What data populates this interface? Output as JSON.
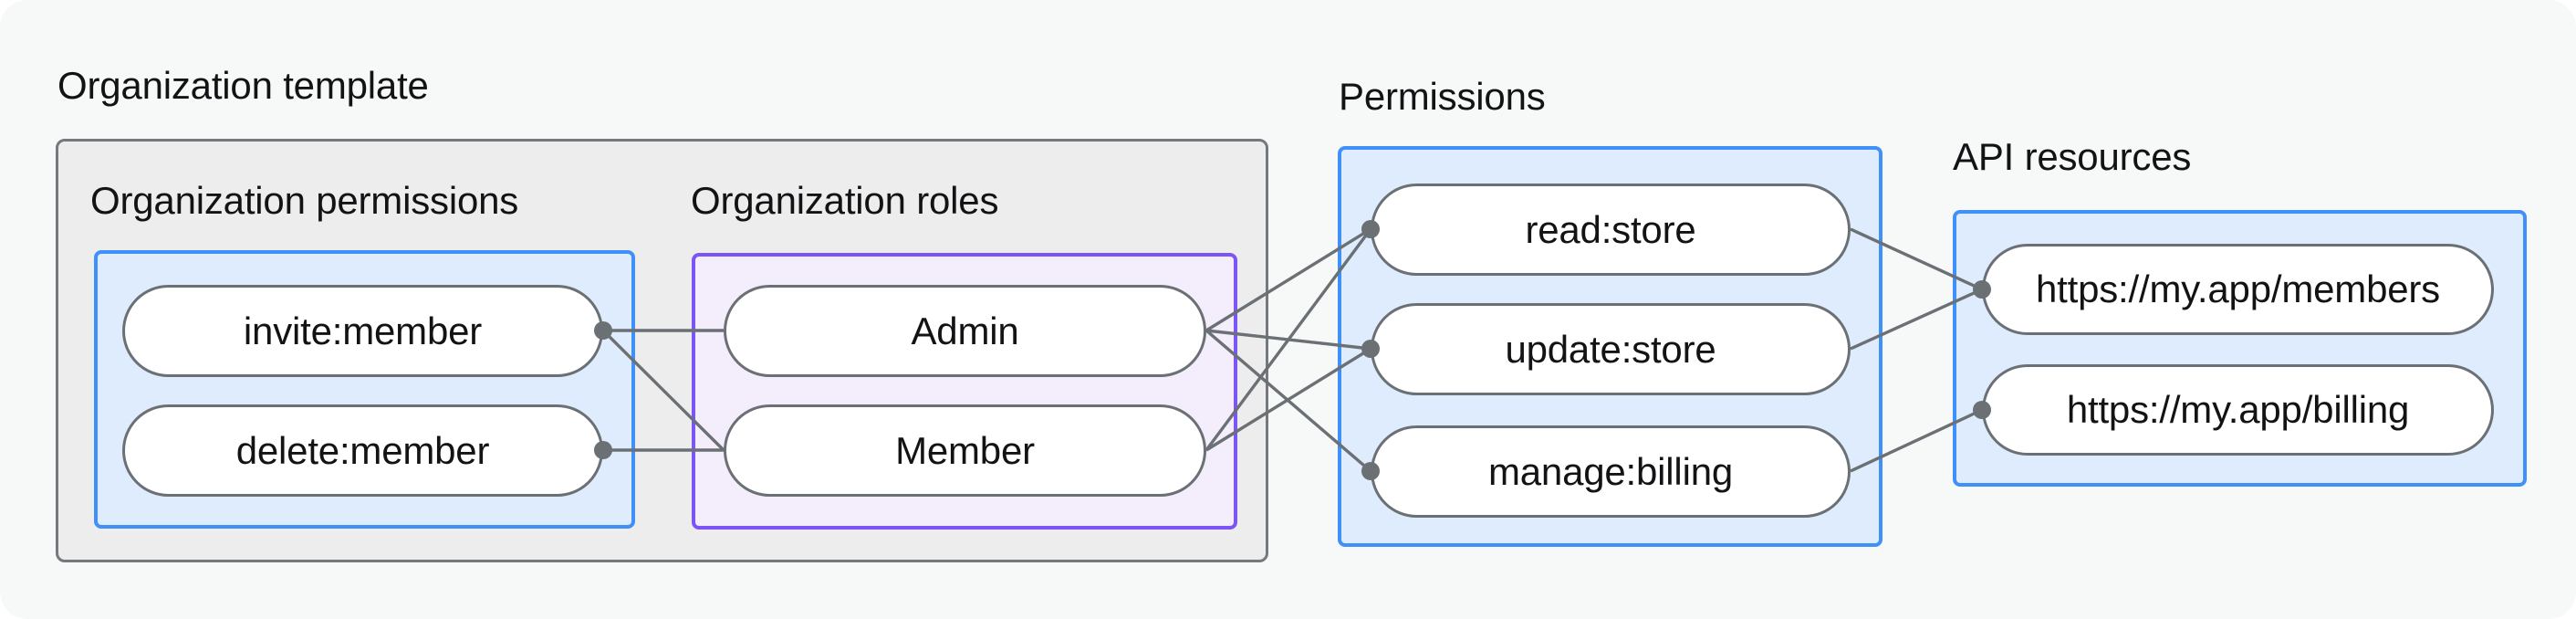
{
  "colors": {
    "canvas_bg": "#f7f8f8",
    "container_bg": "#ededee",
    "container_border": "#75787c",
    "blue_box_bg": "#dfecfd",
    "blue_box_border": "#4090fa",
    "purple_box_bg": "#f3edfc",
    "purple_box_border": "#7c55f6",
    "pill_bg": "#ffffff",
    "pill_border": "#6b7075",
    "connector": "#6b7075",
    "text": "#131316"
  },
  "org_template": {
    "title": "Organization template",
    "permissions": {
      "title": "Organization permissions",
      "items": [
        {
          "id": "invite",
          "label": "invite:member"
        },
        {
          "id": "delete",
          "label": "delete:member"
        }
      ]
    },
    "roles": {
      "title": "Organization roles",
      "items": [
        {
          "id": "admin",
          "label": "Admin"
        },
        {
          "id": "member",
          "label": "Member"
        }
      ]
    }
  },
  "permissions_panel": {
    "title": "Permissions",
    "items": [
      {
        "id": "read",
        "label": "read:store"
      },
      {
        "id": "update",
        "label": "update:store"
      },
      {
        "id": "manage",
        "label": "manage:billing"
      }
    ]
  },
  "api_resources": {
    "title": "API resources",
    "items": [
      {
        "id": "members",
        "label": "https://my.app/members"
      },
      {
        "id": "billing",
        "label": "https://my.app/billing"
      }
    ]
  },
  "connections": [
    {
      "from": "invite",
      "to": "admin"
    },
    {
      "from": "invite",
      "to": "member"
    },
    {
      "from": "delete",
      "to": "member"
    },
    {
      "from": "admin",
      "to": "read"
    },
    {
      "from": "admin",
      "to": "update"
    },
    {
      "from": "admin",
      "to": "manage"
    },
    {
      "from": "member",
      "to": "read"
    },
    {
      "from": "member",
      "to": "update"
    },
    {
      "from": "read",
      "to": "members"
    },
    {
      "from": "update",
      "to": "members"
    },
    {
      "from": "manage",
      "to": "billing"
    }
  ]
}
